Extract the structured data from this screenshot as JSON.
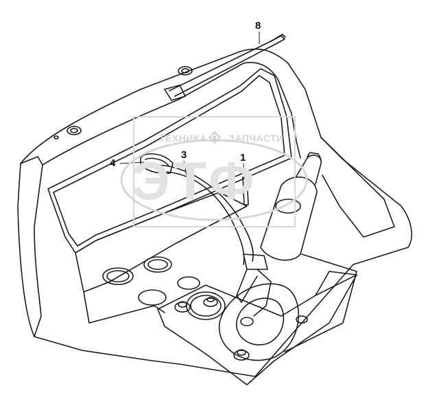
{
  "watermark": {
    "line1_left": "ТЕХНИКА",
    "line1_right": "ЗАПЧАСТИ",
    "gear_icon": "gear-icon",
    "logo": "ЭТФ"
  },
  "callouts": [
    {
      "id": "1",
      "label": "1"
    },
    {
      "id": "3",
      "label": "3"
    },
    {
      "id": "4",
      "label": "4"
    },
    {
      "id": "8",
      "label": "8"
    }
  ],
  "drawing": {
    "line_color": "#1a1a1a",
    "watermark_color": "#d3d3d3"
  }
}
